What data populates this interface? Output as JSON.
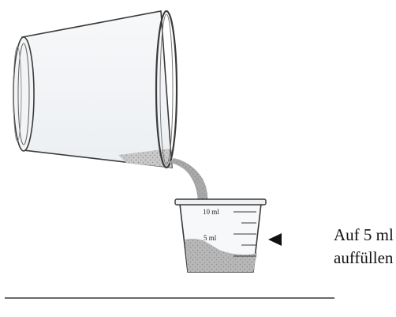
{
  "measuring_cup": {
    "mark_10": "10 ml",
    "mark_5": "5 ml"
  },
  "instruction": {
    "text": "Auf 5 ml auffüllen"
  },
  "colors": {
    "cup_outline": "#3a3a3a",
    "cup_fill": "#f4f6f8",
    "liquid": "#a9a9a9",
    "arrow": "#111111",
    "baseline": "#111111"
  }
}
